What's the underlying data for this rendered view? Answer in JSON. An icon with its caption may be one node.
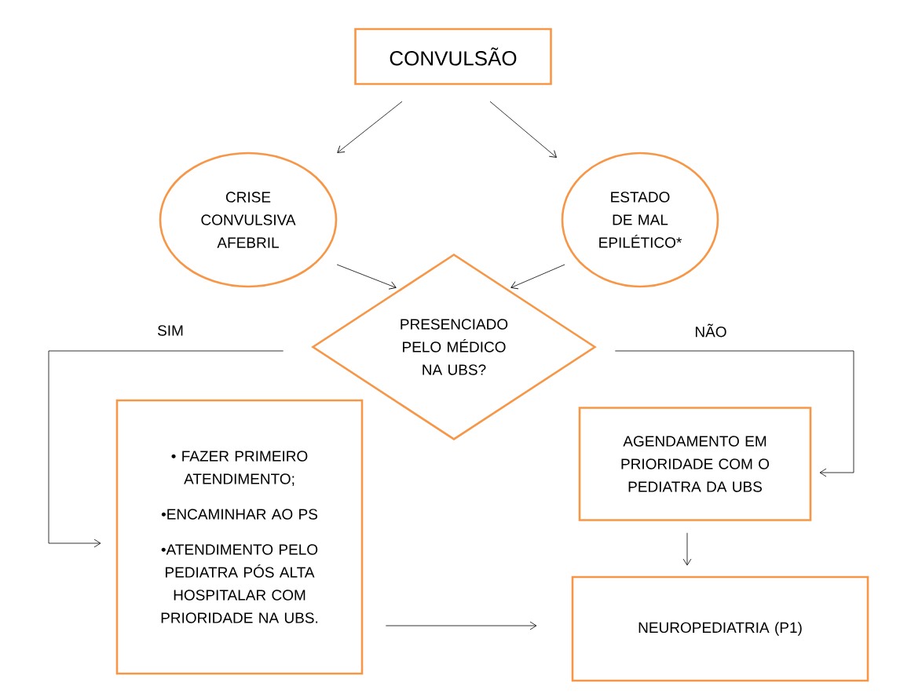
{
  "diagram": {
    "nodes": [
      {
        "text": [
          "CONVULSÃO"
        ]
      },
      {
        "text": [
          "CRISE CONVULSIVA AFEBRIL"
        ]
      },
      {
        "text": [
          "ESTADO DE MAL EPILÉTICO*"
        ]
      },
      {
        "text": [
          "PRESENCIADO PELO MÉDICO NA UBS?"
        ]
      },
      {
        "text": [
          "• FAZER PRIMEIRO ATENDIMENTO;",
          "•ENCAMINHAR AO PS",
          "•ATENDIMENTO PELO PEDIATRA PÓS ALTA HOSPITALAR COM PRIORIDADE NA UBS."
        ]
      },
      {
        "text": [
          "AGENDAMENTO EM PRIORIDADE COM O PEDIATRA DA UBS"
        ]
      },
      {
        "text": [
          "NEUROPEDIATRIA (P1)"
        ]
      }
    ],
    "edges": [
      {
        "from": 0,
        "to": 1,
        "arrow": "to"
      },
      {
        "from": 0,
        "to": 2,
        "arrow": "to"
      },
      {
        "from": 1,
        "to": 3,
        "arrow": "to"
      },
      {
        "from": 2,
        "to": 3,
        "arrow": "to"
      },
      {
        "from": 3,
        "to": 4,
        "arrow": "to",
        "label": "SIM"
      },
      {
        "from": 3,
        "to": 5,
        "arrow": "to",
        "label": "NÃO"
      },
      {
        "from": 5,
        "to": 6,
        "arrow": "to"
      },
      {
        "from": 4,
        "to": 6,
        "arrow": "to"
      }
    ]
  }
}
